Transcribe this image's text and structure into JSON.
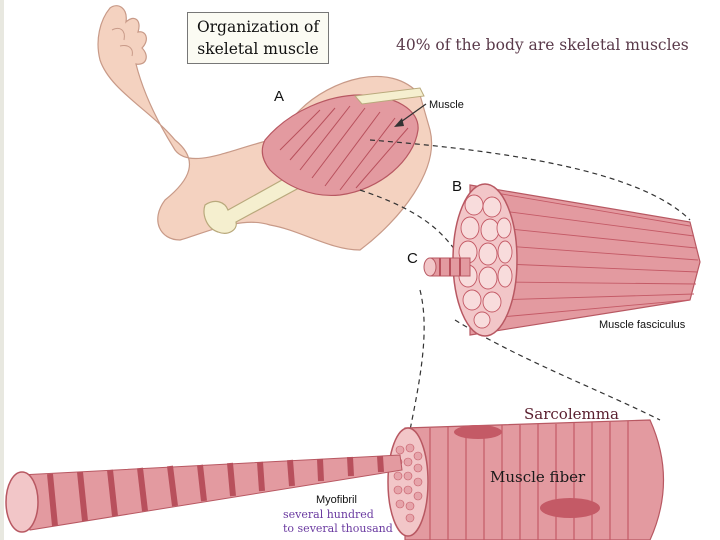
{
  "title_box": {
    "line1": "Organization of",
    "line2": "skeletal muscle"
  },
  "subtitle": "40% of the body are skeletal muscles",
  "labels": {
    "a": "A",
    "muscle": "Muscle",
    "b": "B",
    "c": "C",
    "fasciculus": "Muscle fasciculus",
    "sarcolemma": "Sarcolemma",
    "muscle_fiber": "Muscle fiber",
    "myofibril": "Myofibril",
    "count_line1": "several hundred",
    "count_line2": "to several thousand"
  },
  "colors": {
    "skin": "#f4d2c0",
    "muscle": "#e39aa0",
    "muscle_dark": "#c45a66",
    "bone": "#f5efcf",
    "band": "#b8505c",
    "purple_text": "#6a3aa0"
  }
}
